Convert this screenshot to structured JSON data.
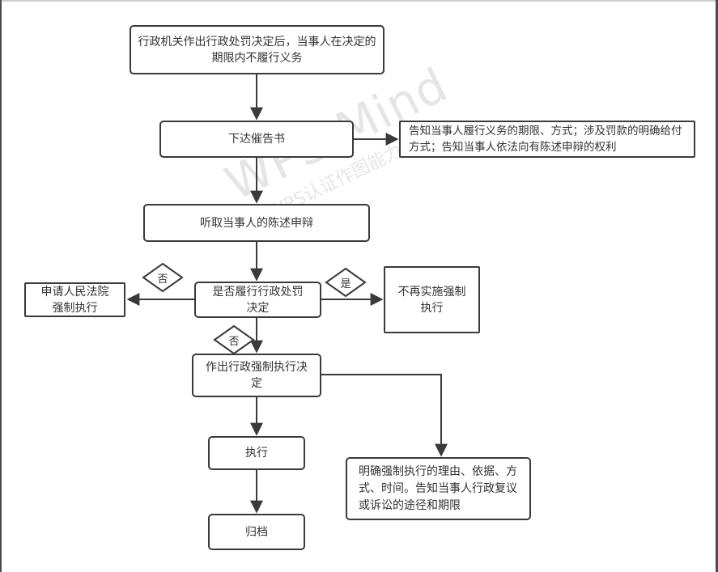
{
  "watermark": {
    "main": "WPS Mind",
    "sub": "WPS认证作图能力"
  },
  "nodes": {
    "start": "行政机关作出行政处罚决定后，当事人在决定的期限内不履行义务",
    "notice": "下达催告书",
    "notice_note": "告知当事人履行义务的期限、方式；涉及罚款的明确给付方式；告知当事人依法向有陈述申辩的权利",
    "hearing": "听取当事人的陈述申辩",
    "decision": "是否履行行政处罚决定",
    "court": "申请人民法院强制执行",
    "no_enforce": "不再实施强制执行",
    "enforce_decision": "作出行政强制执行决定",
    "enforce_note": "明确强制执行的理由、依据、方式、时间。告知当事人行政复议或诉讼的途径和期限",
    "execute": "执行",
    "archive": "归档"
  },
  "edge_labels": {
    "no_left": "否",
    "yes_right": "是",
    "no_down": "否"
  },
  "colors": {
    "stroke": "#3a3a3a",
    "text": "#333333"
  }
}
